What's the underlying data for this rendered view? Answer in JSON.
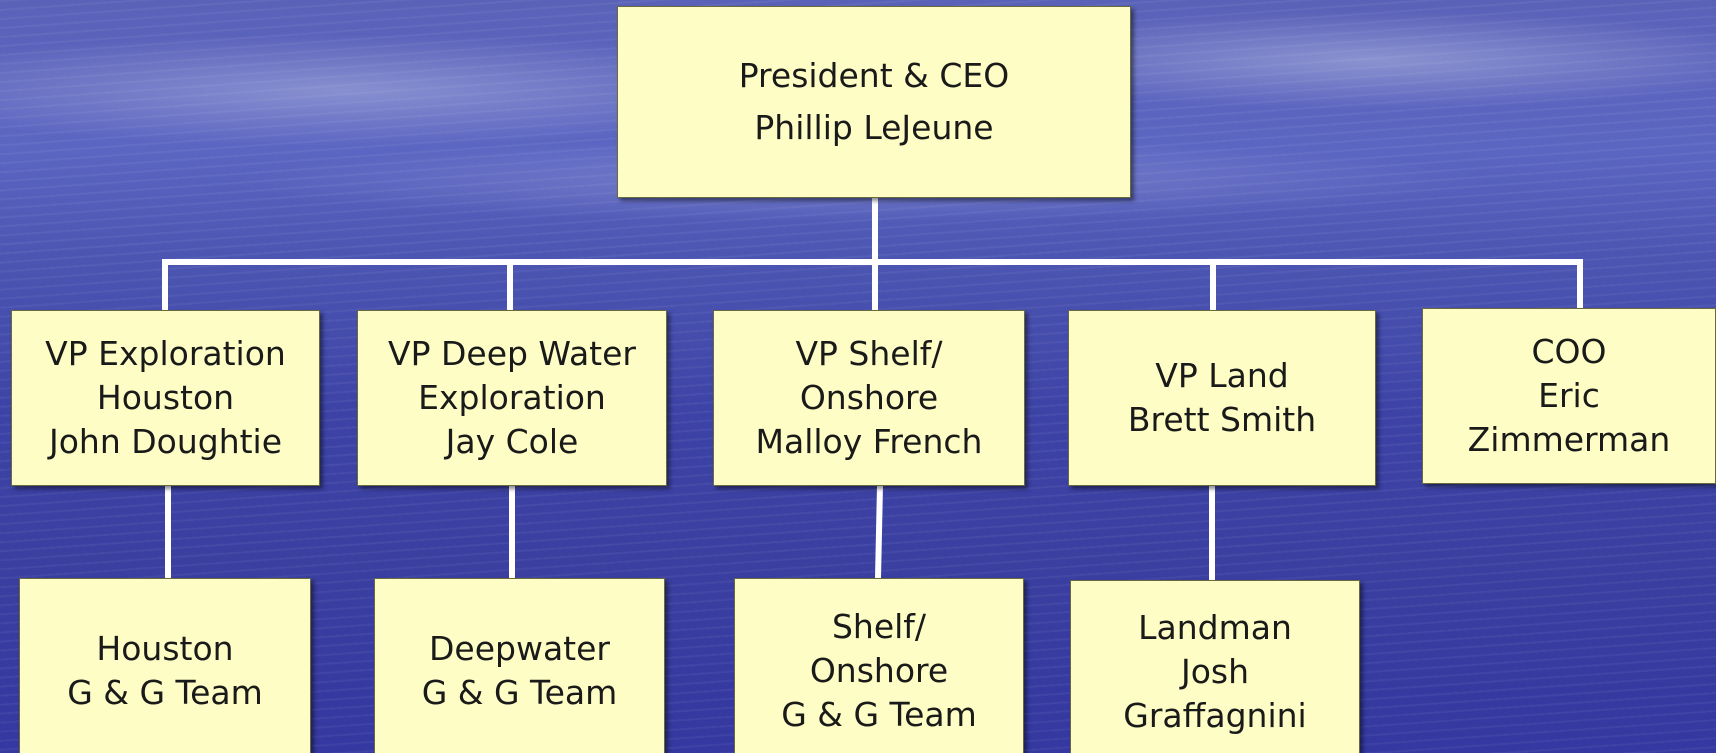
{
  "chart": {
    "root": {
      "lines": [
        "President & CEO",
        "Phillip LeJeune"
      ]
    },
    "level1": [
      {
        "lines": [
          "VP Exploration",
          "Houston",
          "John Doughtie"
        ]
      },
      {
        "lines": [
          "VP Deep Water",
          "Exploration",
          "Jay Cole"
        ]
      },
      {
        "lines": [
          "VP Shelf/",
          "Onshore",
          "Malloy French"
        ]
      },
      {
        "lines": [
          "VP Land",
          "Brett Smith"
        ]
      },
      {
        "lines": [
          "COO",
          "Eric",
          "Zimmerman"
        ]
      }
    ],
    "level2": [
      {
        "lines": [
          "Houston",
          "G & G Team"
        ]
      },
      {
        "lines": [
          "Deepwater",
          "G & G Team"
        ]
      },
      {
        "lines": [
          "Shelf/",
          "Onshore",
          "G & G Team"
        ]
      },
      {
        "lines": [
          "Landman",
          "Josh",
          "Graffagnini"
        ]
      }
    ]
  },
  "colors": {
    "box_fill": "#fdfdc5",
    "connector": "#ffffff",
    "background": "#4c56b2"
  }
}
